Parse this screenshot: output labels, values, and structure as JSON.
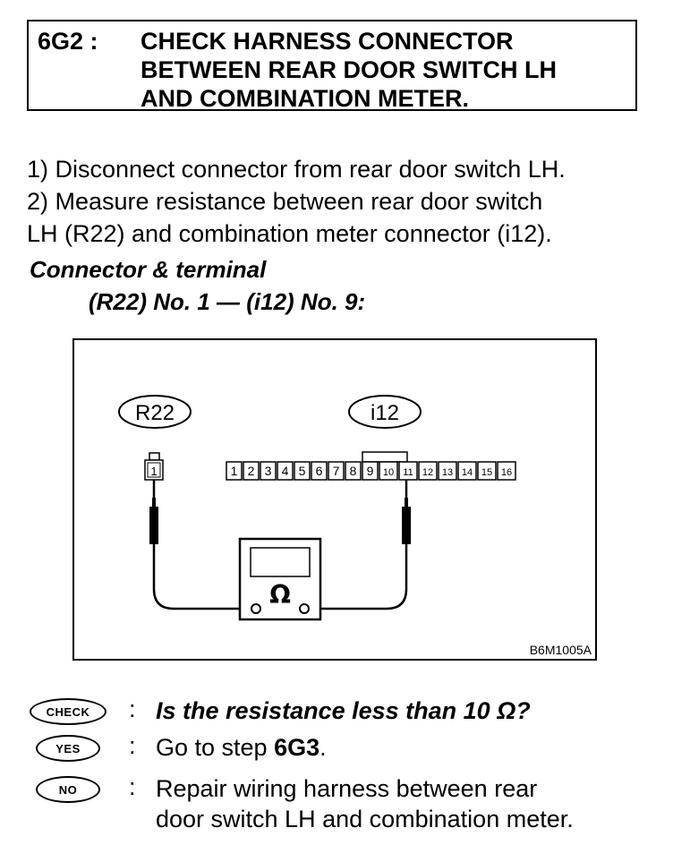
{
  "header": {
    "step_id": "6G2 :",
    "title_lines": [
      "CHECK HARNESS CONNECTOR",
      "BETWEEN REAR DOOR SWITCH LH",
      "AND COMBINATION METER."
    ]
  },
  "instructions": {
    "line1": "1)  Disconnect connector from rear door switch LH.",
    "line2": "2)  Measure resistance between rear door switch",
    "line3": "LH (R22) and combination meter connector (i12)."
  },
  "connector": {
    "title": "Connector & terminal",
    "spec": "(R22) No. 1 — (i12) No. 9:"
  },
  "diagram": {
    "left_connector_label": "R22",
    "right_connector_label": "i12",
    "left_terminals": [
      "1"
    ],
    "right_terminals": [
      "1",
      "2",
      "3",
      "4",
      "5",
      "6",
      "7",
      "8",
      "9",
      "10",
      "11",
      "12",
      "13",
      "14",
      "15",
      "16"
    ],
    "meter_symbol": "Ω",
    "figure_code": "B6M1005A"
  },
  "check": {
    "label": "CHECK",
    "colon": ":",
    "text": "Is the resistance less than 10 Ω?"
  },
  "yes": {
    "label": "YES",
    "colon": ":",
    "text_prefix": "Go to step ",
    "text_step": "6G3",
    "text_suffix": "."
  },
  "no": {
    "label": "NO",
    "colon": ":",
    "line1": "Repair  wiring  harness  between  rear",
    "line2": "door switch LH and combination meter."
  }
}
